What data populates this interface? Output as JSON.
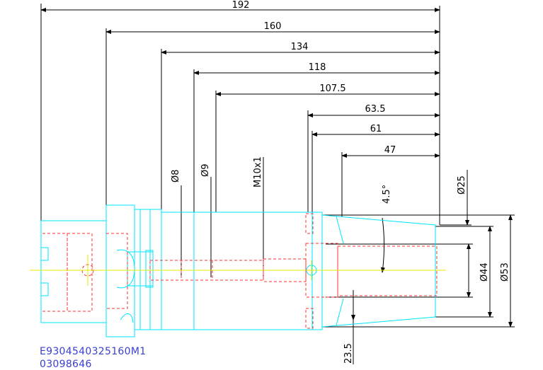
{
  "dimensions": {
    "horizontal": [
      "192",
      "160",
      "134",
      "118",
      "107.5",
      "63.5",
      "61",
      "47"
    ],
    "small_holes": [
      "Ø8",
      "Ø9"
    ],
    "thread": "M10x1",
    "tip_diameter": "Ø25",
    "mid_diameter": "Ø44",
    "flange_diameter": "Ø53",
    "taper_angle": "4.5°",
    "recess_depth": "23.5"
  },
  "caption": {
    "part_code": "E9304540325160M1",
    "number": "03098646"
  },
  "colors": {
    "outline": "#00e5ff",
    "hidden": "#ff3030",
    "centerline": "#e8e800",
    "dimension": "#000000",
    "caption": "#3a40d0"
  }
}
